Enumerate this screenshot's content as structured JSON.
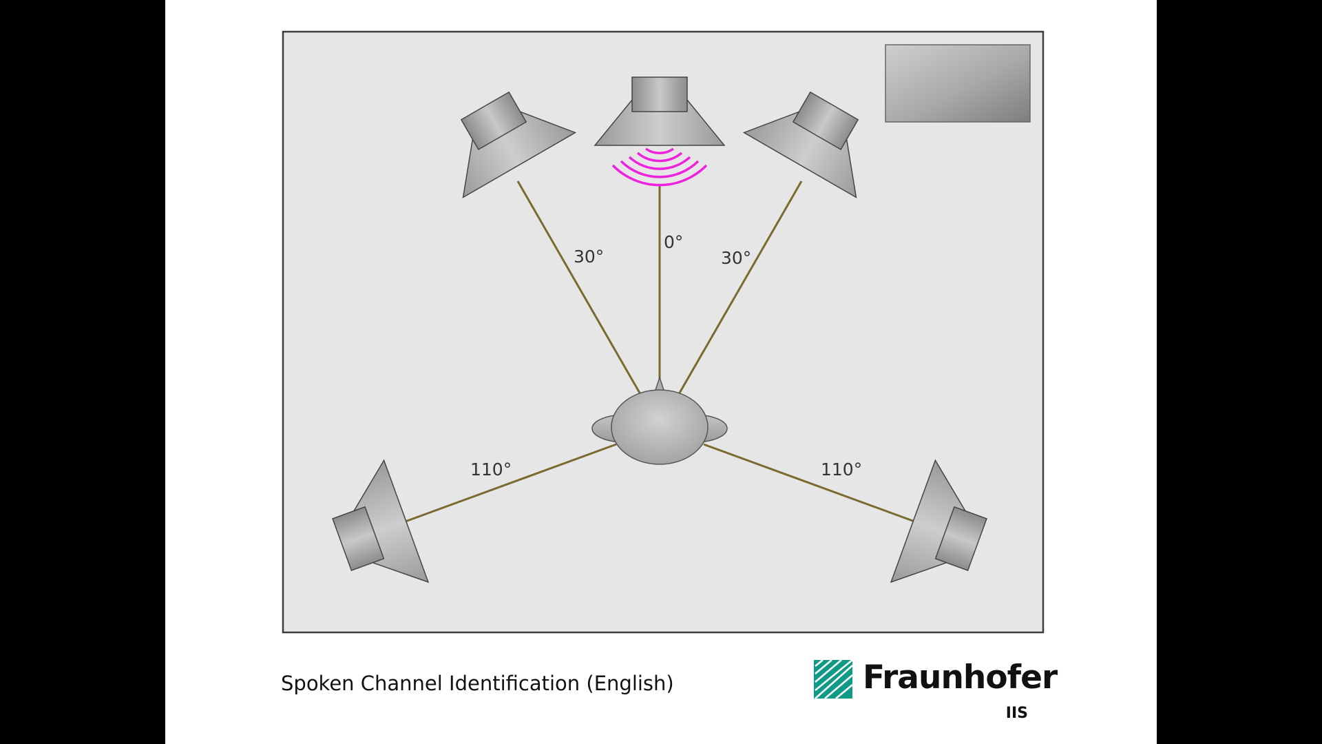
{
  "caption": "Spoken Channel Identification (English)",
  "logo": {
    "name": "Fraunhofer",
    "unit": "IIS"
  },
  "angles": {
    "center": "0°",
    "front_left": "30°",
    "front_right": "30°",
    "surround_left": "110°",
    "surround_right": "110°"
  },
  "active_speaker": "center",
  "colors": {
    "room_background": "#e6e6e6",
    "sound_waves": "#ee22dd",
    "lines": "#7a6a30",
    "logo_green": "#0f9a85"
  }
}
